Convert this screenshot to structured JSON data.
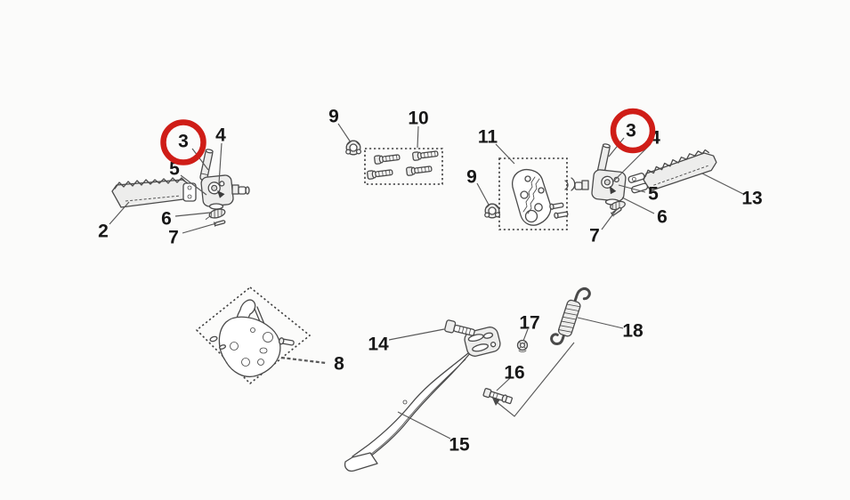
{
  "diagram": {
    "type": "exploded-parts-diagram",
    "colors": {
      "highlight_ring": "#cf1d17",
      "line_art": "#4a4a4a",
      "label_text": "#171717",
      "background": "#fbfbfa"
    },
    "callouts": [
      {
        "text": "2",
        "part": "footpeg-left"
      },
      {
        "text": "3",
        "part": "pivot-pin-left",
        "highlighted": true
      },
      {
        "text": "4",
        "part": "mount-bracket-left"
      },
      {
        "text": "5",
        "part": "pivot-hardware-left"
      },
      {
        "text": "6",
        "part": "spring-left"
      },
      {
        "text": "7",
        "part": "cotter-pin-left"
      },
      {
        "text": "9",
        "part": "flange-nut-top"
      },
      {
        "text": "10",
        "part": "bolt-kit"
      },
      {
        "text": "11",
        "part": "mount-plate-kit"
      },
      {
        "text": "9",
        "part": "flange-nut-mid"
      },
      {
        "text": "3",
        "part": "pivot-pin-right",
        "highlighted": true
      },
      {
        "text": "4",
        "part": "mount-bracket-right"
      },
      {
        "text": "5",
        "part": "pivot-hardware-right"
      },
      {
        "text": "6",
        "part": "spring-right"
      },
      {
        "text": "7",
        "part": "cotter-pin-right"
      },
      {
        "text": "13",
        "part": "footpeg-right"
      },
      {
        "text": "8",
        "part": "stand-bracket-kit"
      },
      {
        "text": "14",
        "part": "pivot-bolt"
      },
      {
        "text": "15",
        "part": "side-stand"
      },
      {
        "text": "16",
        "part": "stop-bolt"
      },
      {
        "text": "17",
        "part": "hex-nut"
      },
      {
        "text": "18",
        "part": "return-spring"
      }
    ]
  }
}
